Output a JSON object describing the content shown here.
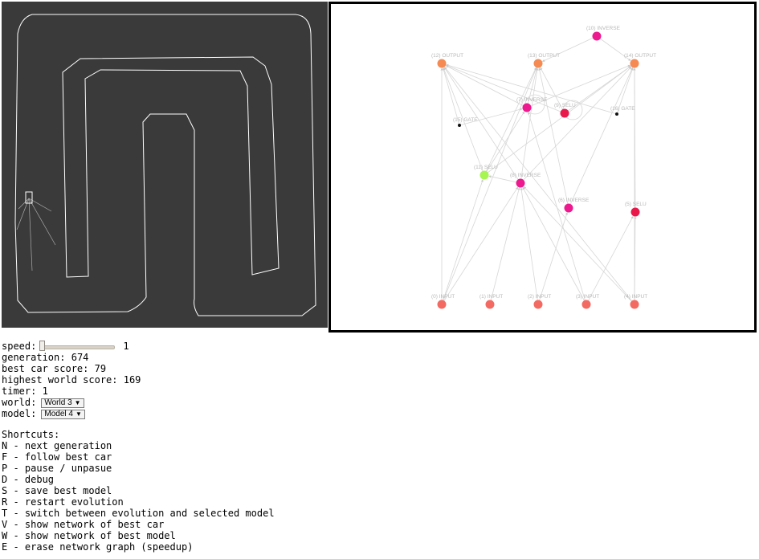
{
  "controls": {
    "speed_label": "speed:",
    "speed_value": "1",
    "speed_fraction": 0,
    "generation_label": "generation:",
    "generation_value": "674",
    "best_car_label": "best car score:",
    "best_car_value": "79",
    "world_score_label": "highest world score:",
    "world_score_value": "169",
    "timer_label": "timer:",
    "timer_value": "1",
    "world_label": "world:",
    "world_selected": "World 3",
    "model_label": "model:",
    "model_selected": "Model 4",
    "dropdown_arrow": "▼"
  },
  "shortcuts": {
    "title": "Shortcuts:",
    "items": [
      "N - next generation",
      "F - follow best car",
      "P - pause / unpasue",
      "D - debug",
      "S - save best model",
      "R - restart evolution",
      "T - switch between evolution and selected model",
      "V - show network of best car",
      "W - show network of best model",
      "E - erase network graph (speedup)"
    ]
  },
  "network": {
    "node_colors": {
      "input": "#f26a62",
      "output": "#f58a52",
      "inverse": "#ec1a8e",
      "selu": "#e8184a",
      "selu_green": "#a6f552",
      "gate": "#111111"
    },
    "nodes": [
      {
        "label": "(0) INPUT",
        "kind": "input"
      },
      {
        "label": "(1) INPUT",
        "kind": "input"
      },
      {
        "label": "(2) INPUT",
        "kind": "input"
      },
      {
        "label": "(3) INPUT",
        "kind": "input"
      },
      {
        "label": "(4) INPUT",
        "kind": "input"
      },
      {
        "label": "(5) SELU",
        "kind": "selu"
      },
      {
        "label": "(6) INVERSE",
        "kind": "inverse"
      },
      {
        "label": "(7) INVERSE",
        "kind": "inverse"
      },
      {
        "label": "(8) INVERSE",
        "kind": "inverse"
      },
      {
        "label": "(9) SELU",
        "kind": "selu"
      },
      {
        "label": "(10) INVERSE",
        "kind": "inverse"
      },
      {
        "label": "(11) SELU",
        "kind": "selu_green"
      },
      {
        "label": "(12) OUTPUT",
        "kind": "output"
      },
      {
        "label": "(13) OUTPUT",
        "kind": "output"
      },
      {
        "label": "(14) OUTPUT",
        "kind": "output"
      },
      {
        "label": "(15) GATE",
        "kind": "gate"
      },
      {
        "label": "(16) GATE",
        "kind": "gate"
      }
    ]
  },
  "track": {
    "background_color": "#3a3a3a",
    "line_color": "#ffffff"
  }
}
